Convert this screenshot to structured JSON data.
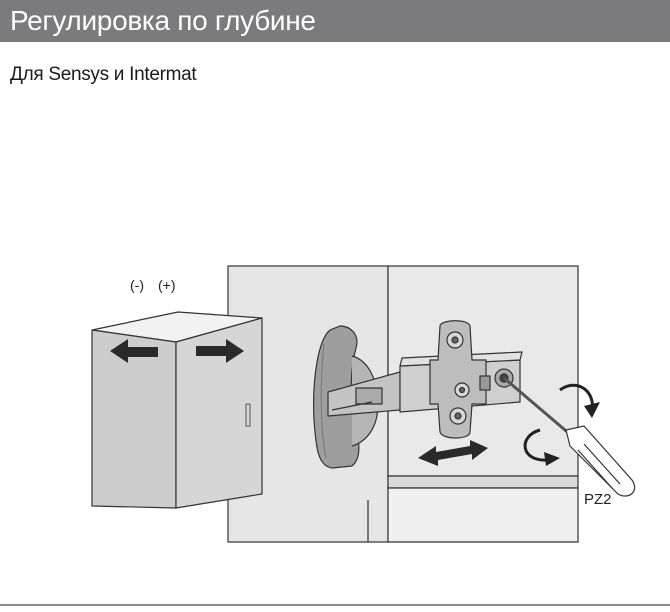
{
  "header": {
    "title": "Регулировка по глубине",
    "bar_color": "#7b7b7d"
  },
  "subtitle": "Для Sensys и Intermat",
  "illustration": {
    "minus_label": "(-)",
    "plus_label": "(+)",
    "tool_label": "PZ2",
    "panel_color": "#e6e6e6",
    "hinge_color": "#bdbdbd",
    "arrow_color": "#2a2a2a"
  }
}
